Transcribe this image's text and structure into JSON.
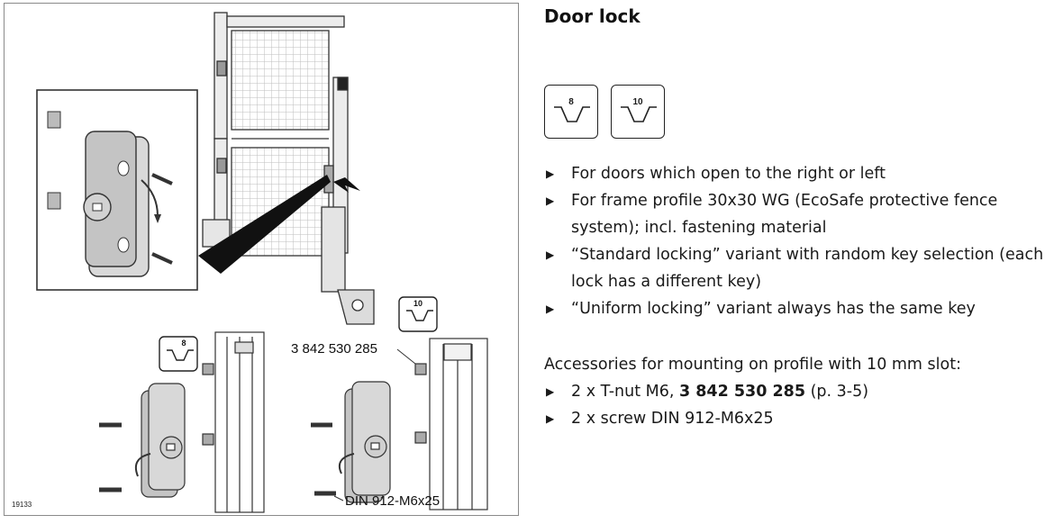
{
  "figure": {
    "figure_number": "19133",
    "label_tnut": "3 842 530 285",
    "label_screw": "DIN 912-M6x25",
    "slot_small": "8",
    "slot_large": "10"
  },
  "title": "Door lock",
  "slot_icons": [
    {
      "label": "8"
    },
    {
      "label": "10"
    }
  ],
  "features": [
    "For doors which open to the right or left",
    "For frame profile 30x30 WG (EcoSafe protective fence system); incl. fastening material",
    "“Standard locking” variant with random key selection (each lock has a different key)",
    "“Uniform locking” variant always has the same key"
  ],
  "accessories": {
    "intro": "Accessories for mounting on profile with 10 mm slot:",
    "item1_prefix": "2 x T-nut M6, ",
    "item1_part": "3 842 530 285",
    "item1_suffix": " (p. 3-5)",
    "item2": "2 x screw DIN 912-M6x25"
  }
}
